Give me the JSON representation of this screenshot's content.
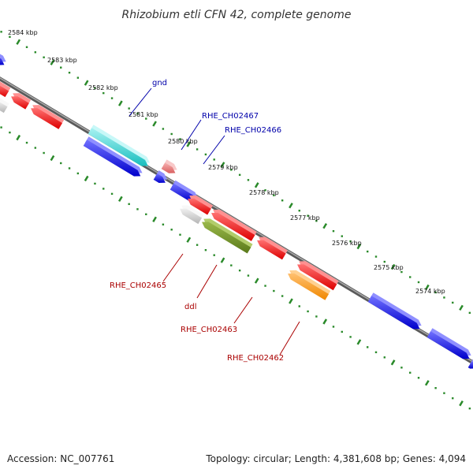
{
  "title": "Rhizobium etli CFN 42, complete genome",
  "footer": {
    "accession": "Accession: NC_007761",
    "summary": "Topology: circular; Length: 4,381,608 bp; Genes: 4,094"
  },
  "colors": {
    "forward_label": "#0000aa",
    "reverse_label": "#aa0000",
    "tick": "#2a8a2a",
    "backbone": "#777777"
  },
  "kbp_labels": [
    "2584 kbp",
    "2583 kbp",
    "2582 kbp",
    "2581 kbp",
    "2580 kbp",
    "2579 kbp",
    "2578 kbp",
    "2577 kbp",
    "2576 kbp",
    "2575 kbp",
    "2574 kbp"
  ],
  "gene_labels": [
    {
      "text": "gnd",
      "strand": "forward"
    },
    {
      "text": "RHE_CH02467",
      "strand": "forward"
    },
    {
      "text": "RHE_CH02466",
      "strand": "forward"
    },
    {
      "text": "RHE_CH02465",
      "strand": "reverse"
    },
    {
      "text": "ddl",
      "strand": "reverse"
    },
    {
      "text": "RHE_CH02463",
      "strand": "reverse"
    },
    {
      "text": "RHE_CH02462",
      "strand": "reverse"
    }
  ]
}
